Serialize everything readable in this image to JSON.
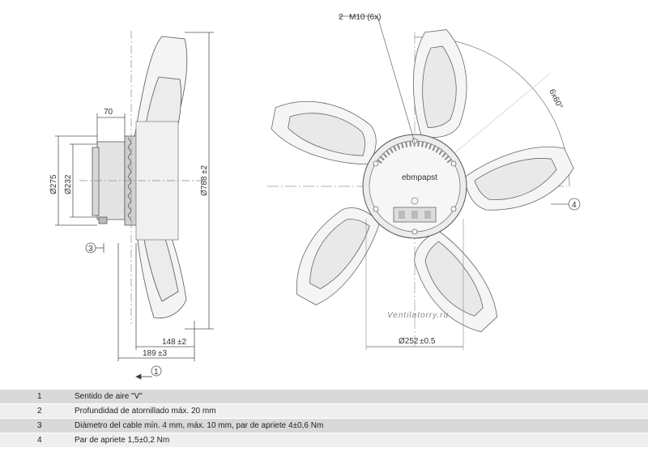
{
  "side_view": {
    "dim_70": "70",
    "dim_275": "Ø275",
    "dim_232": "Ø232",
    "dim_788": "Ø788",
    "dim_788_tol": "±2",
    "dim_148": "148",
    "dim_148_tol": "±2",
    "dim_189": "189",
    "dim_189_tol": "±3",
    "callout_3": "3",
    "callout_1": "1"
  },
  "front_view": {
    "callout_2": "2",
    "thread_label": "M10 (6x)",
    "angle_label": "6x60°",
    "callout_4": "4",
    "dim_252": "Ø252",
    "dim_252_tol": "±0.5",
    "brand_text": "ebmpapst"
  },
  "watermark": "Ventilatorry.ru",
  "notes": [
    {
      "num": "1",
      "text": "Sentido de aire \"V\""
    },
    {
      "num": "2",
      "text": "Profundidad de atornillado máx. 20 mm"
    },
    {
      "num": "3",
      "text": "Diámetro del cable mín. 4 mm, máx. 10 mm, par de apriete 4±0,6 Nm"
    },
    {
      "num": "4",
      "text": "Par de apriete 1,5±0,2 Nm"
    }
  ]
}
